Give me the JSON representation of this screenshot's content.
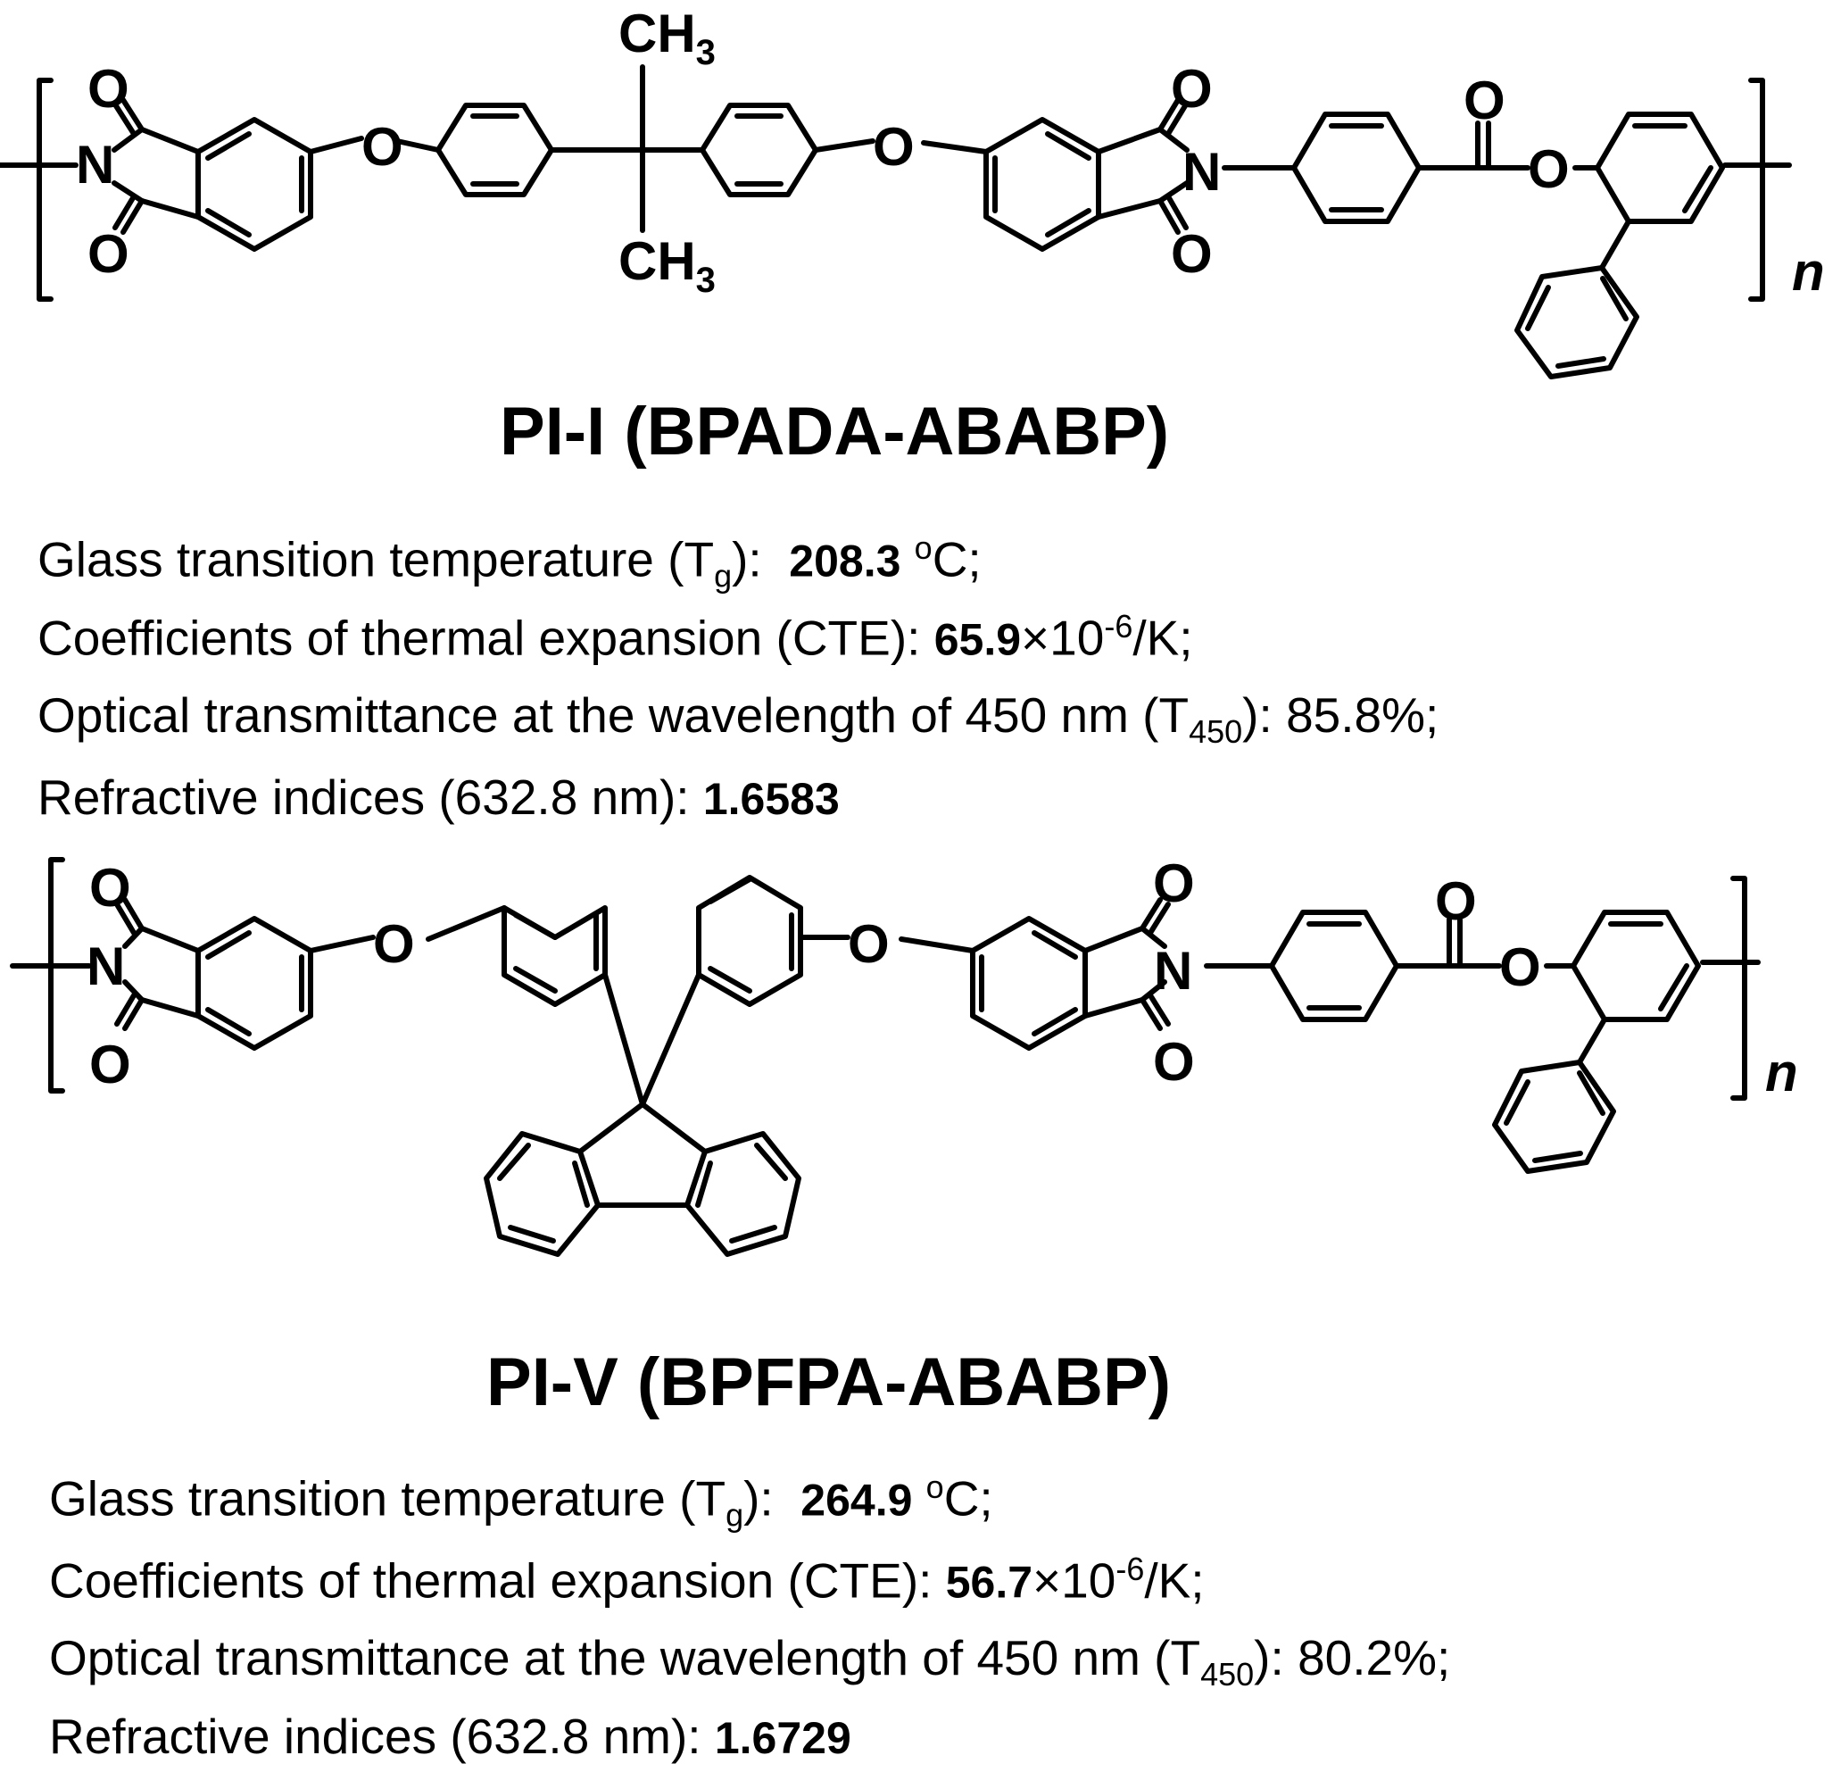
{
  "atoms": {
    "oxygen": "O",
    "nitrogen": "N",
    "methyl_c": "CH",
    "methyl_sub": "3",
    "repeat_n": "n"
  },
  "polymers": [
    {
      "title": "PI-I (BPADA-ABABP)",
      "props": {
        "tg_label": "Glass transition temperature (T",
        "tg_sub": "g",
        "tg_close": "):",
        "tg_value": "208.3",
        "tg_deg": "o",
        "tg_unit": "C;",
        "cte_label": "Coefficients of thermal expansion (CTE):",
        "cte_value": "65.9",
        "cte_times": "×10",
        "cte_exp": "-6",
        "cte_unit": "/K;",
        "t450_label": "Optical transmittance at the wavelength of 450 nm (T",
        "t450_sub": "450",
        "t450_close": "):",
        "t450_value": "85.8%;",
        "ri_label": "Refractive indices (632.8 nm):",
        "ri_value": "1.6583"
      }
    },
    {
      "title": "PI-V (BPFPA-ABABP)",
      "props": {
        "tg_label": "Glass transition temperature (T",
        "tg_sub": "g",
        "tg_close": "):",
        "tg_value": "264.9",
        "tg_deg": "o",
        "tg_unit": "C;",
        "cte_label": "Coefficients of thermal expansion (CTE):",
        "cte_value": "56.7",
        "cte_times": "×10",
        "cte_exp": "-6",
        "cte_unit": "/K;",
        "t450_label": "Optical transmittance at the wavelength of 450 nm (T",
        "t450_sub": "450",
        "t450_close": "):",
        "t450_value": "80.2%;",
        "ri_label": "Refractive indices (632.8 nm):",
        "ri_value": "1.6729"
      }
    }
  ]
}
